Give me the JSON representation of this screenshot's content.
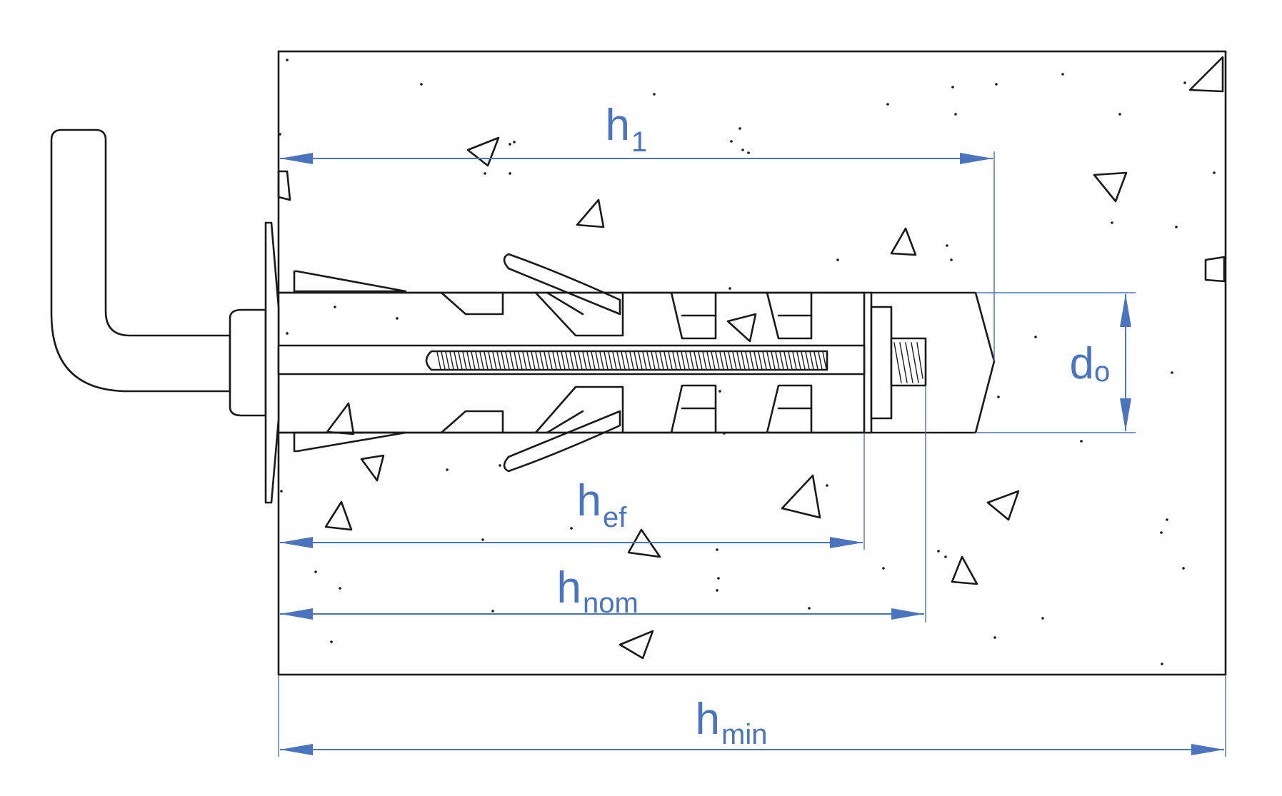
{
  "colors": {
    "dimension": "#4a74bd",
    "line": "#1a1a1a",
    "background": "#ffffff"
  },
  "dimensions": {
    "h1": {
      "main": "h",
      "sub": "1"
    },
    "hef": {
      "main": "h",
      "sub": "ef"
    },
    "hnom": {
      "main": "h",
      "sub": "nom"
    },
    "hmin": {
      "main": "h",
      "sub": "min"
    },
    "d0": {
      "main": "d",
      "sub": "o"
    }
  }
}
